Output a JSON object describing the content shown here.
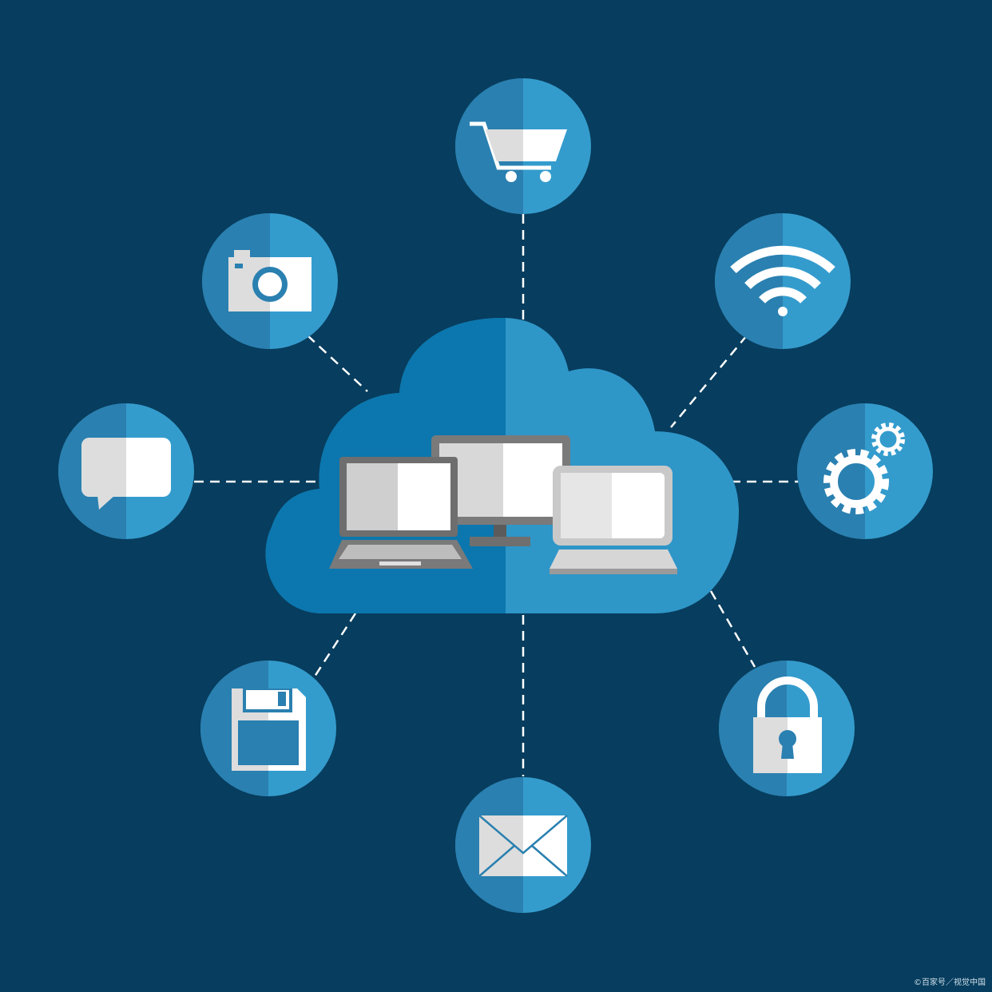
{
  "watermark": "©百家号／视觉中国",
  "colors": {
    "background": "#073d5e",
    "circle_dark": "#2a80b0",
    "circle_light": "#349ccd",
    "cloud_dark": "#0b77ae",
    "cloud_light": "#2f96c8",
    "icon_white": "#ffffff",
    "icon_grey": "#d9d9d9"
  },
  "nodes": [
    "shopping-cart",
    "camera",
    "wifi",
    "chat",
    "gear",
    "floppy-disk",
    "lock",
    "mail"
  ]
}
